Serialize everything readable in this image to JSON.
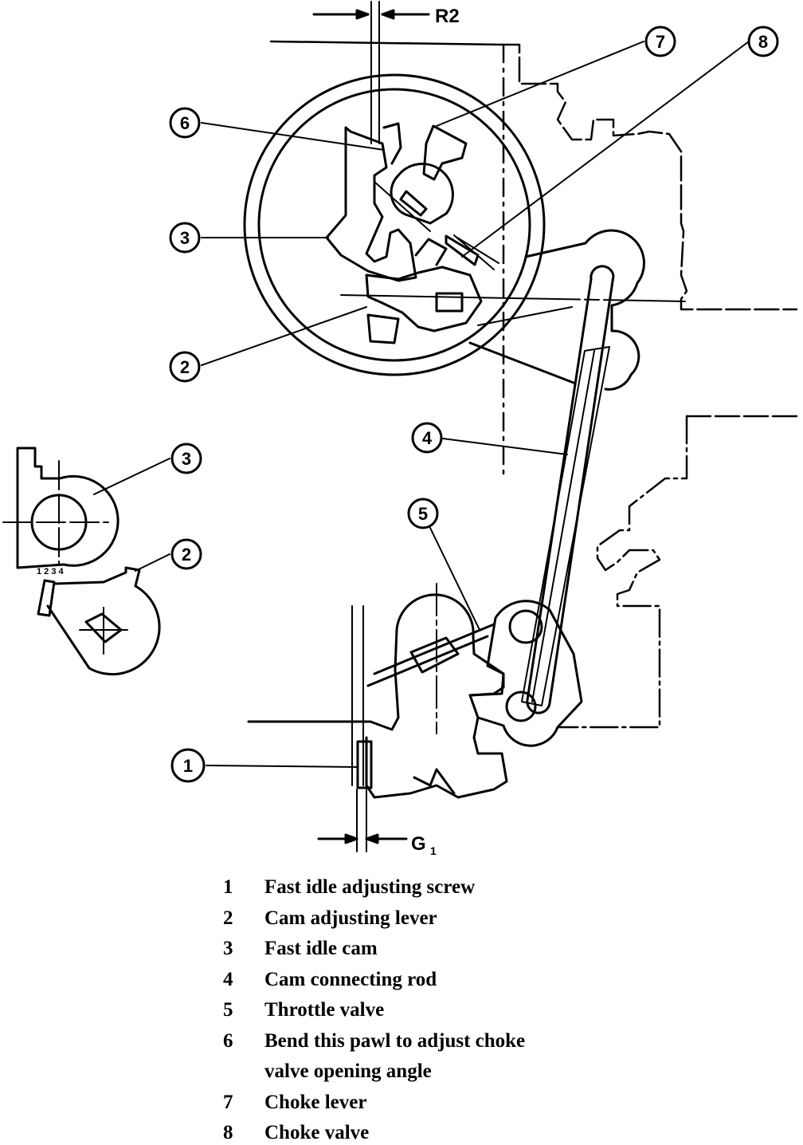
{
  "diagram": {
    "dimension_labels": {
      "r2": "R2",
      "g1_main": "G",
      "g1_sub": "1"
    },
    "cam_scale_ticks": "1 2 3 4",
    "callouts": {
      "c1": "1",
      "c2_upper": "2",
      "c2_lower": "2",
      "c3_upper": "3",
      "c3_lower": "3",
      "c4": "4",
      "c5": "5",
      "c6": "6",
      "c7": "7",
      "c8": "8"
    }
  },
  "legend": [
    {
      "num": "1",
      "text": "Fast idle adjusting screw"
    },
    {
      "num": "2",
      "text": "Cam adjusting lever"
    },
    {
      "num": "3",
      "text": "Fast idle cam"
    },
    {
      "num": "4",
      "text": "Cam connecting rod"
    },
    {
      "num": "5",
      "text": "Throttle valve"
    },
    {
      "num": "6",
      "text": "Bend this pawl to adjust choke"
    },
    {
      "num": "",
      "text": "valve opening angle"
    },
    {
      "num": "7",
      "text": "Choke lever"
    },
    {
      "num": "8",
      "text": "Choke valve"
    }
  ]
}
